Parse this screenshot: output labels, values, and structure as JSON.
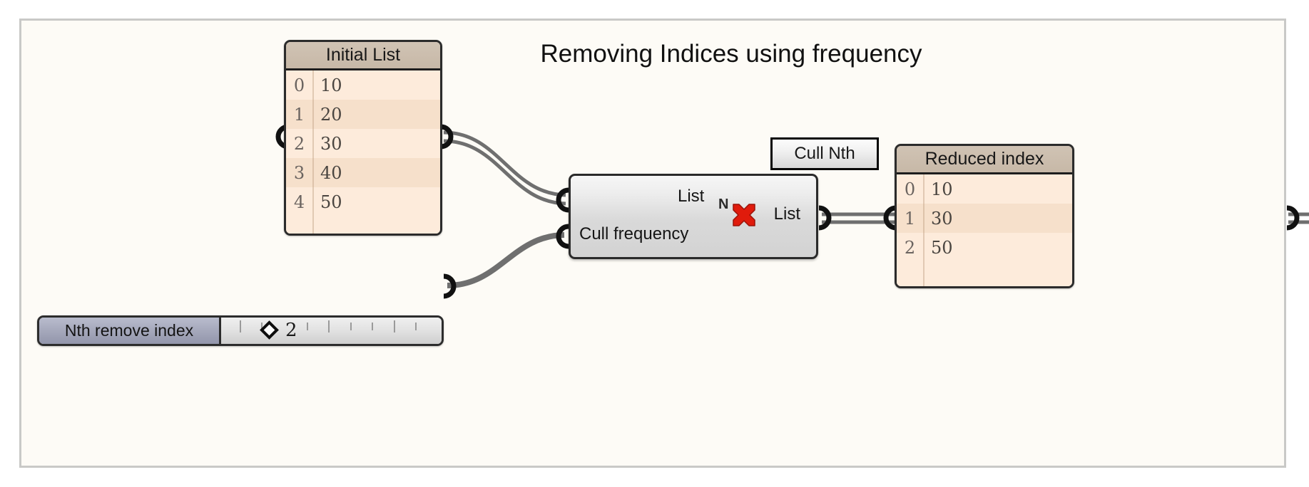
{
  "canvas": {
    "background_color": "#fdfbf6",
    "border_color": "#c9c9c7"
  },
  "title": "Removing Indices using frequency",
  "panels": [
    {
      "id": "initial-list",
      "header": "Initial List",
      "rows": [
        {
          "index": "0",
          "value": "10"
        },
        {
          "index": "1",
          "value": "20"
        },
        {
          "index": "2",
          "value": "30"
        },
        {
          "index": "3",
          "value": "40"
        },
        {
          "index": "4",
          "value": "50"
        }
      ]
    },
    {
      "id": "reduced-index",
      "header": "Reduced index",
      "rows": [
        {
          "index": "0",
          "value": "10"
        },
        {
          "index": "1",
          "value": "30"
        },
        {
          "index": "2",
          "value": "50"
        }
      ]
    }
  ],
  "cull_node": {
    "tooltip": "Cull Nth",
    "input_list_label": "List",
    "input_frequency_label": "Cull frequency",
    "output_label": "List",
    "icon_letter": "N",
    "icon_color": "#e01b0c"
  },
  "slider": {
    "name": "Nth remove index",
    "value": "2",
    "handle_color": "#0d0d0d",
    "name_background": "#a7aabd"
  },
  "wires": {
    "color": "#6f6f6f",
    "list_wire_style": "double-line",
    "item_wire_style": "single-line"
  }
}
